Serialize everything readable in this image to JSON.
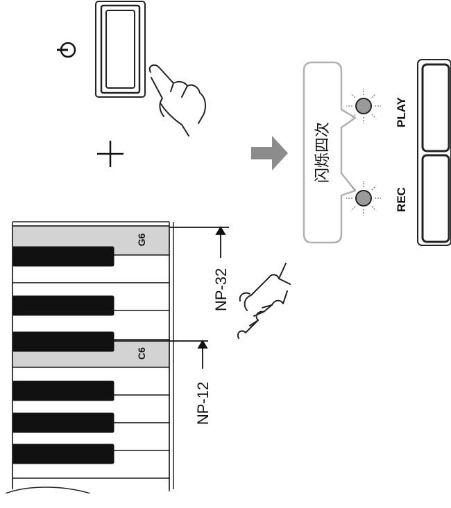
{
  "power_symbol": "power-icon",
  "plus_sign": "+",
  "arrow": "arrow-right-icon",
  "callout": {
    "text": "闪烁四次"
  },
  "buttons": [
    {
      "label": "PLAY"
    },
    {
      "label": "REC"
    }
  ],
  "keyboard": {
    "highlighted_keys": [
      {
        "note": "G6"
      },
      {
        "note": "C6"
      }
    ],
    "model_labels": [
      {
        "model": "NP-32",
        "key": "G6"
      },
      {
        "model": "NP-12",
        "key": "C6"
      }
    ]
  },
  "colors": {
    "highlight": "#d3d3d3",
    "led": "#9a9a9a",
    "arrow": "#8c8c8c",
    "stroke": "#222222"
  }
}
